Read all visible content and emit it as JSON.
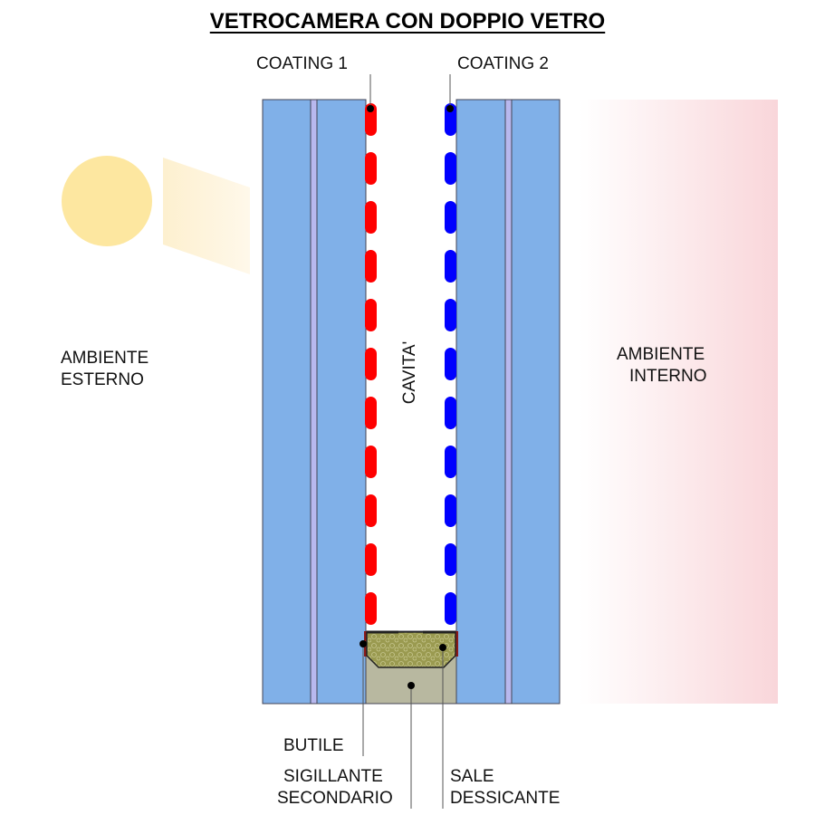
{
  "title": "VETROCAMERA CON DOPPIO VETRO",
  "labels": {
    "coating1": "COATING 1",
    "coating2": "COATING 2",
    "cavity": "CAVITA'",
    "outside_line1": "AMBIENTE",
    "outside_line2": "ESTERNO",
    "inside_line1": "AMBIENTE",
    "inside_line2": "INTERNO",
    "butyl": "BUTILE",
    "secondary_line1": "SIGILLANTE",
    "secondary_line2": "SECONDARIO",
    "desiccant_line1": "SALE",
    "desiccant_line2": "DESSICANTE"
  },
  "colors": {
    "glass": "#80b0e8",
    "interlayer": "#b8b8ee",
    "coating1": "#ff0000",
    "coating2": "#0000ff",
    "sun": "#fde7a0",
    "inside_gradient": "#f9d6da",
    "desiccant": "#9a9a50",
    "secondary_sealant": "#b8b8a0"
  }
}
